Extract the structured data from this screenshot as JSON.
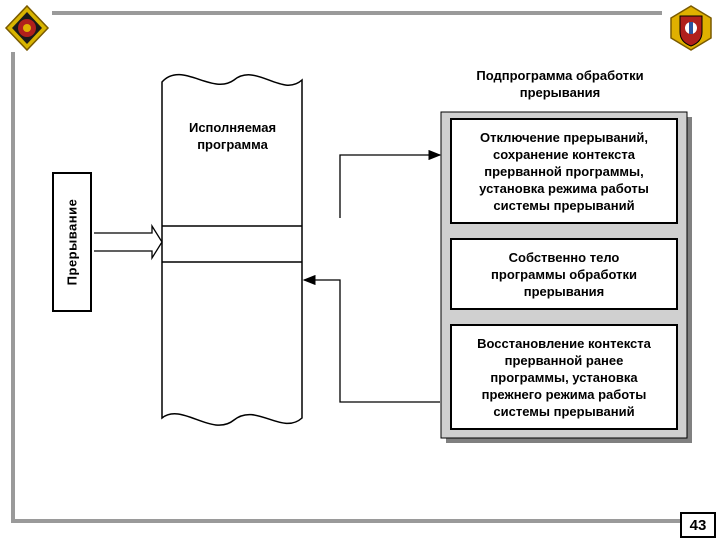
{
  "diagram": {
    "subprogram_header": "Подпрограмма обработки\nпрерывания",
    "executing_program_label": "Исполняемая\nпрограмма",
    "interrupt_label": "Прерывание",
    "steps": [
      {
        "text": "Отключение прерываний,\nсохранение контекста\nпрерванной программы,\nустановка режима работы\nсистемы прерываний"
      },
      {
        "text": "Собственно тело\nпрограммы обработки\nпрерывания"
      },
      {
        "text": "Восстановление контекста\nпрерванной ранее\nпрограммы, установка\nпрежнего режима работы\nсистемы прерываний"
      }
    ]
  },
  "page": {
    "number": "43"
  },
  "colors": {
    "frame": "#9a9a9a",
    "container": "#d0d0d0",
    "emblem_red": "#b0201c",
    "emblem_gold": "#e0b000"
  }
}
